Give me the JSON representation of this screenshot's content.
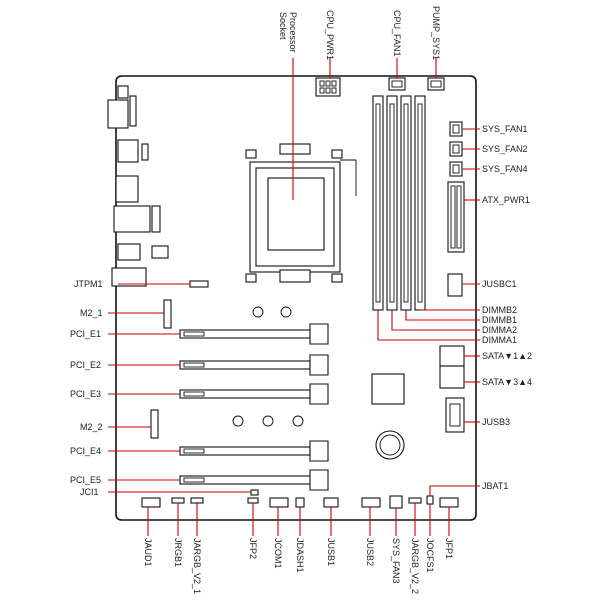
{
  "labels": {
    "top": {
      "socket": [
        "Processor",
        "Socket"
      ],
      "cpu_pwr1": "CPU_PWR1",
      "cpu_fan1": "CPU_FAN1",
      "pump_sys1": "PUMP_SYS1"
    },
    "right": {
      "sys_fan1": "SYS_FAN1",
      "sys_fan2": "SYS_FAN2",
      "sys_fan4": "SYS_FAN4",
      "atx_pwr1": "ATX_PWR1",
      "jusbc1": "JUSBC1",
      "dimmb2": "DIMMB2",
      "dimmb1": "DIMMB1",
      "dimma2": "DIMMA2",
      "dimma1": "DIMMA1",
      "sata12": "SATA▼1▲2",
      "sata34": "SATA▼3▲4",
      "jusb3": "JUSB3",
      "jbat1": "JBAT1"
    },
    "left": {
      "jtpm1": "JTPM1",
      "m2_1": "M2_1",
      "pci_e1": "PCI_E1",
      "pci_e2": "PCI_E2",
      "pci_e3": "PCI_E3",
      "m2_2": "M2_2",
      "pci_e4": "PCI_E4",
      "pci_e5": "PCI_E5",
      "jci1": "JCI1"
    },
    "bottom": {
      "jaud1": "JAUD1",
      "jrgb1": "JRGB1",
      "jargb_v2_1": "JARGB_V2_1",
      "jfp2": "JFP2",
      "jcom1": "JCOM1",
      "jdash1": "JDASH1",
      "jusb1": "JUSB1",
      "jusb2": "JUSB2",
      "sys_fan3": "SYS_FAN3",
      "jargb_v2_2": "JARGB_V2_2",
      "jocfs1": "JOCFS1",
      "jfp1": "JFP1"
    }
  },
  "colors": {
    "leader": "#cc0000",
    "outline": "#111111"
  }
}
